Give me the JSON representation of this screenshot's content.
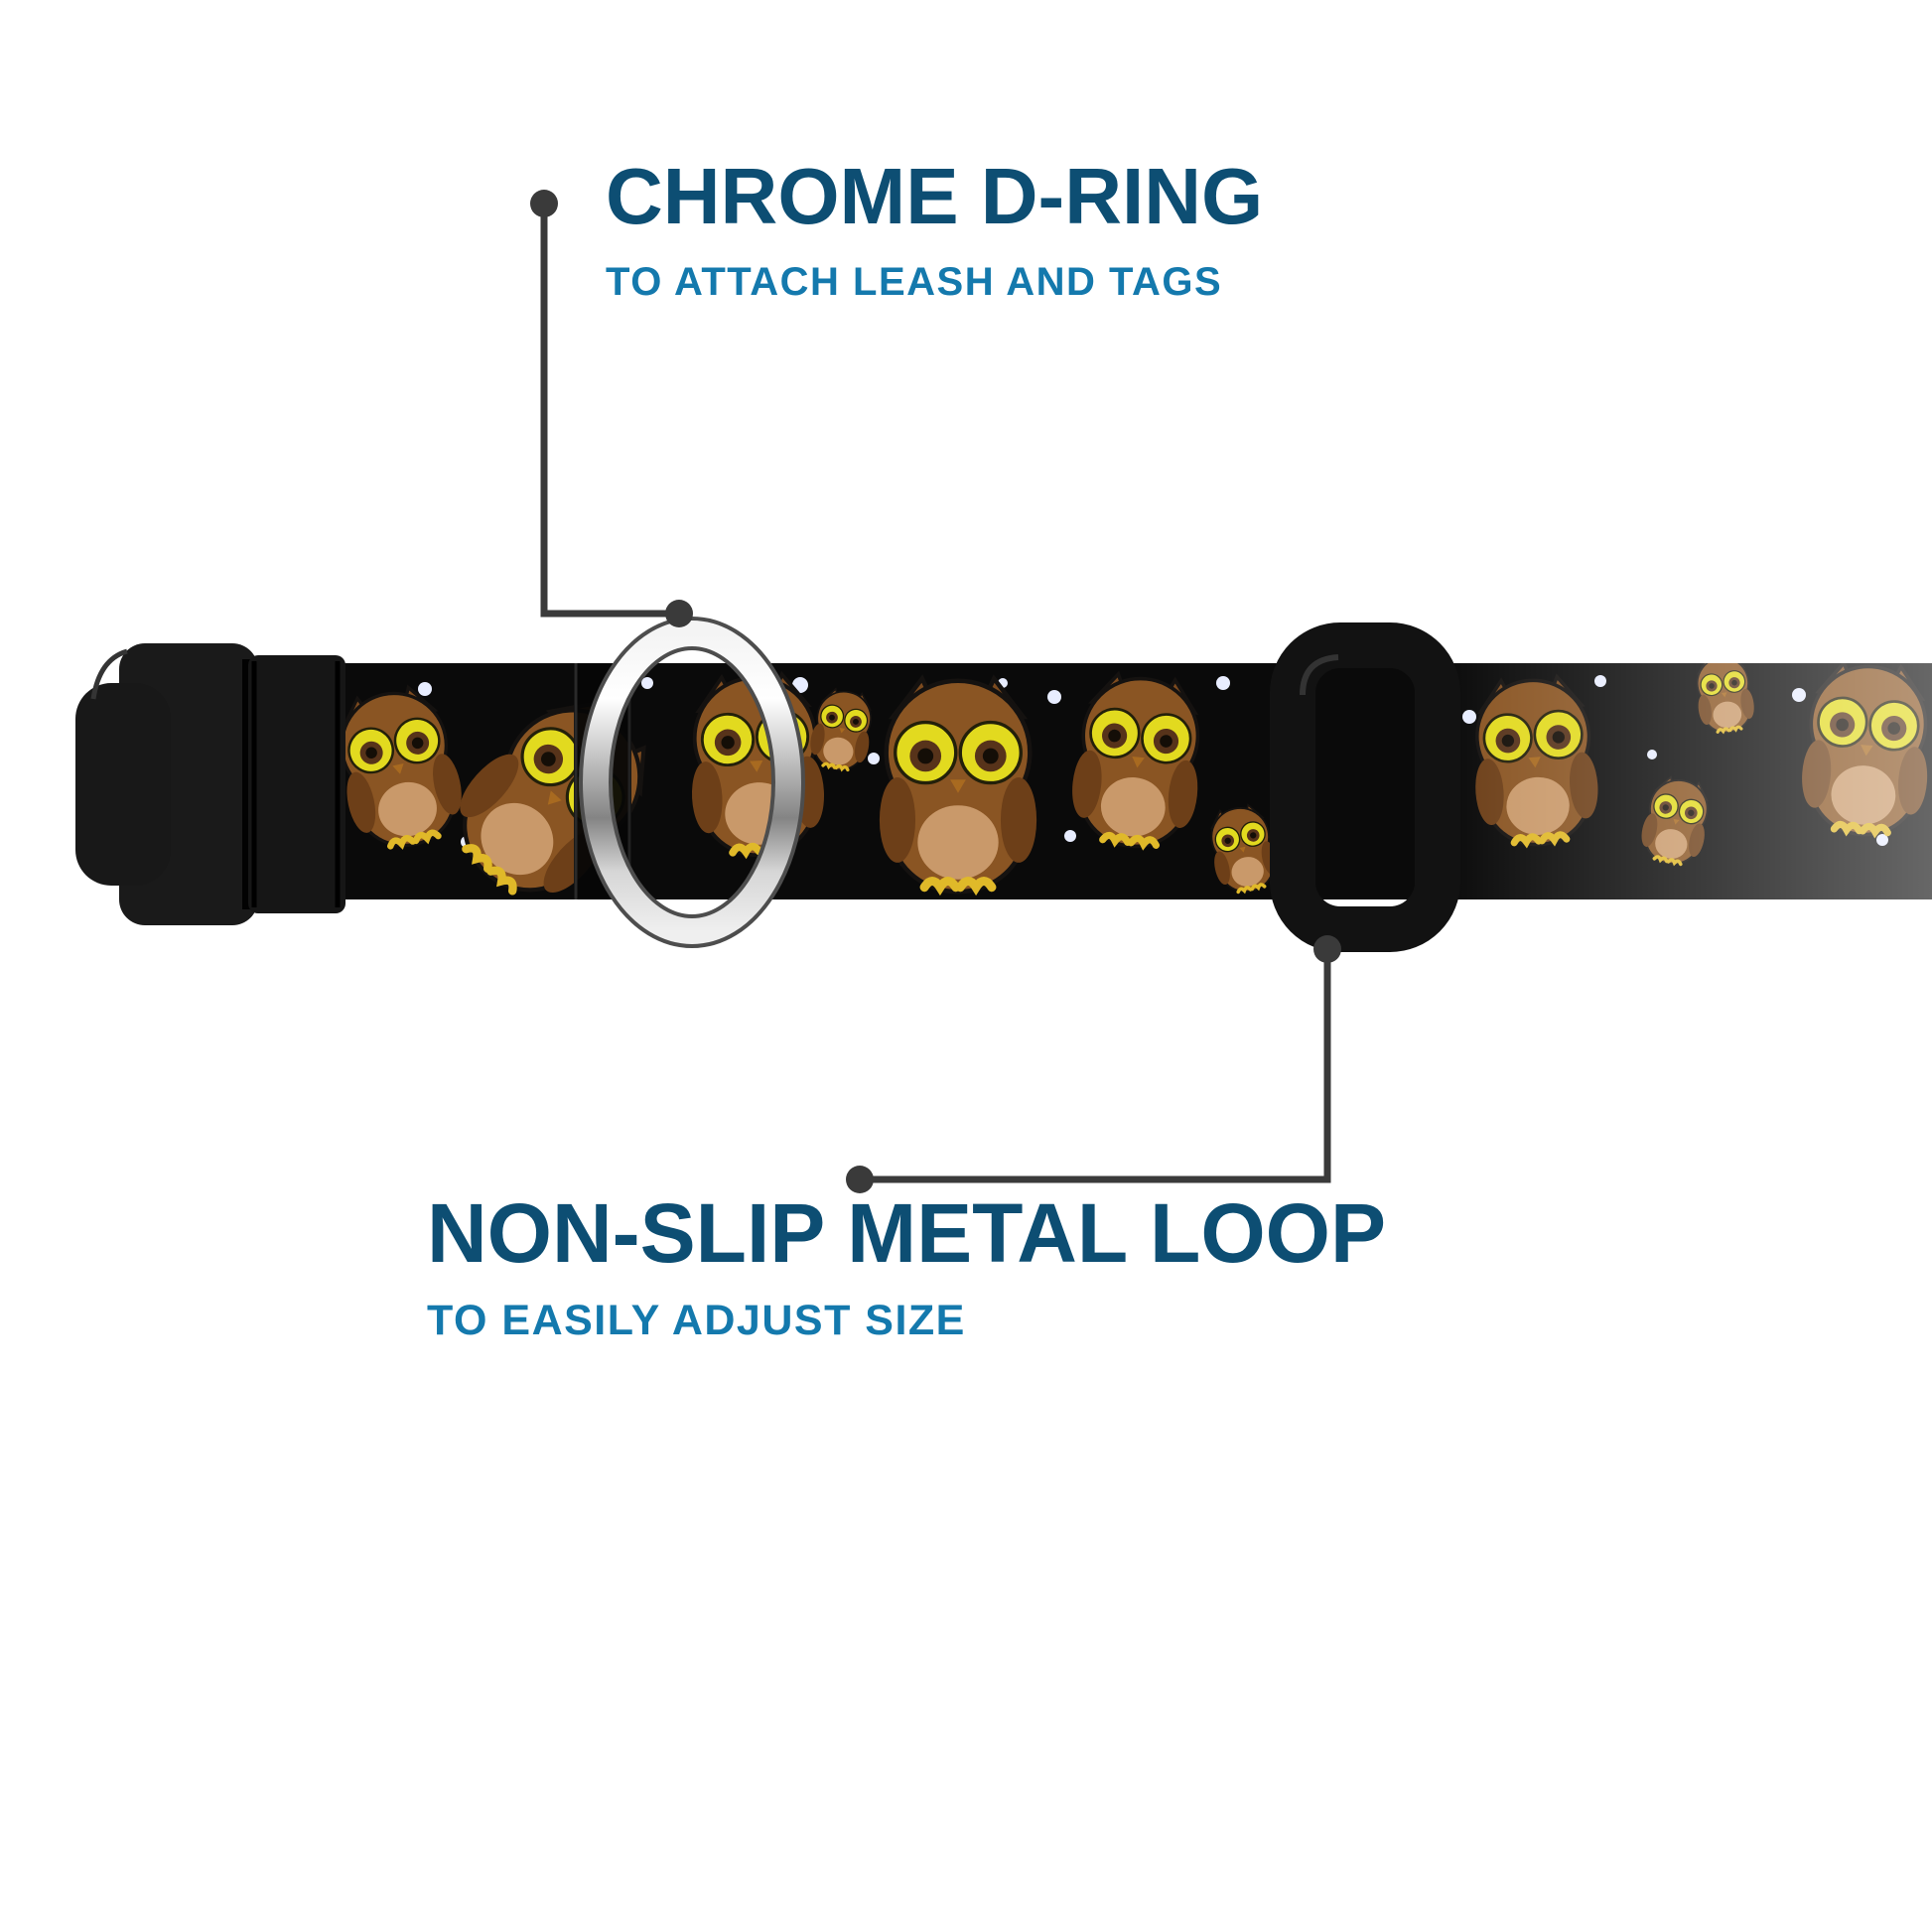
{
  "callouts": {
    "top": {
      "title": "CHROME D-RING",
      "subtitle": "TO ATTACH LEASH AND TAGS"
    },
    "bottom": {
      "title": "NON-SLIP METAL LOOP",
      "subtitle": "TO EASILY ADJUST SIZE"
    }
  },
  "graphics": {
    "buckle": "black-plastic-side-release-buckle",
    "d_ring": "chrome-d-ring",
    "slider": "black-non-slip-metal-adjuster-loop",
    "strap_pattern": "cartoon-owls-on-black-night-background"
  },
  "colors": {
    "background": "#ffffff",
    "title_text": "#0d4e73",
    "subtitle_text": "#1479ad",
    "callout_line": "#3a3a3a",
    "strap_background": "#0a0a0a",
    "owl_body": "#8a5523",
    "owl_belly": "#c9996a",
    "owl_eye_ring": "#e2da1f",
    "buckle_plastic": "#1a1a1a",
    "chrome": "#c0c0c0"
  }
}
